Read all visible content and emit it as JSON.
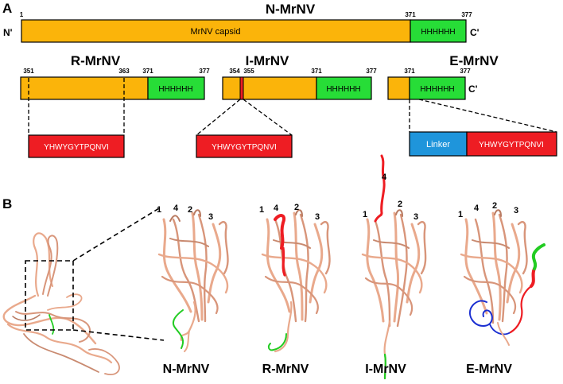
{
  "panels": {
    "a": {
      "letter": "A"
    },
    "b": {
      "letter": "B"
    }
  },
  "colors": {
    "capsid": "#fbb40a",
    "his_tag": "#27dd37",
    "peptide": "#ee1d23",
    "linker": "#1f95db",
    "ribbon": "#e9a98c",
    "ribbon_dark": "#b97b62",
    "loop_blue": "#1b2fd1",
    "tail_green": "#22cc22"
  },
  "constructs": {
    "n": {
      "name": "N-MrNV",
      "pos_start": "1",
      "pos_371": "371",
      "pos_377": "377",
      "n_term": "N'",
      "c_term": "C'",
      "capsid_label": "MrNV capsid",
      "his_label": "HHHHHH"
    },
    "r": {
      "name": "R-MrNV",
      "pos_351": "351",
      "pos_363": "363",
      "pos_371": "371",
      "pos_377": "377",
      "his_label": "HHHHHH",
      "peptide": "YHWYGYTPQNVI"
    },
    "i": {
      "name": "I-MrNV",
      "pos_354": "354",
      "pos_355": "355",
      "pos_371": "371",
      "pos_377": "377",
      "his_label": "HHHHHH",
      "peptide": "YHWYGYTPQNVI"
    },
    "e": {
      "name": "E-MrNV",
      "pos_371": "371",
      "pos_377": "377",
      "c_term": "C'",
      "his_label": "HHHHHH",
      "linker": "Linker",
      "peptide": "YHWYGYTPQNVI"
    }
  },
  "structures": {
    "labels": [
      "N-MrNV",
      "R-MrNV",
      "I-MrNV",
      "E-MrNV"
    ],
    "strand_numbers": [
      "1",
      "2",
      "3",
      "4"
    ]
  }
}
